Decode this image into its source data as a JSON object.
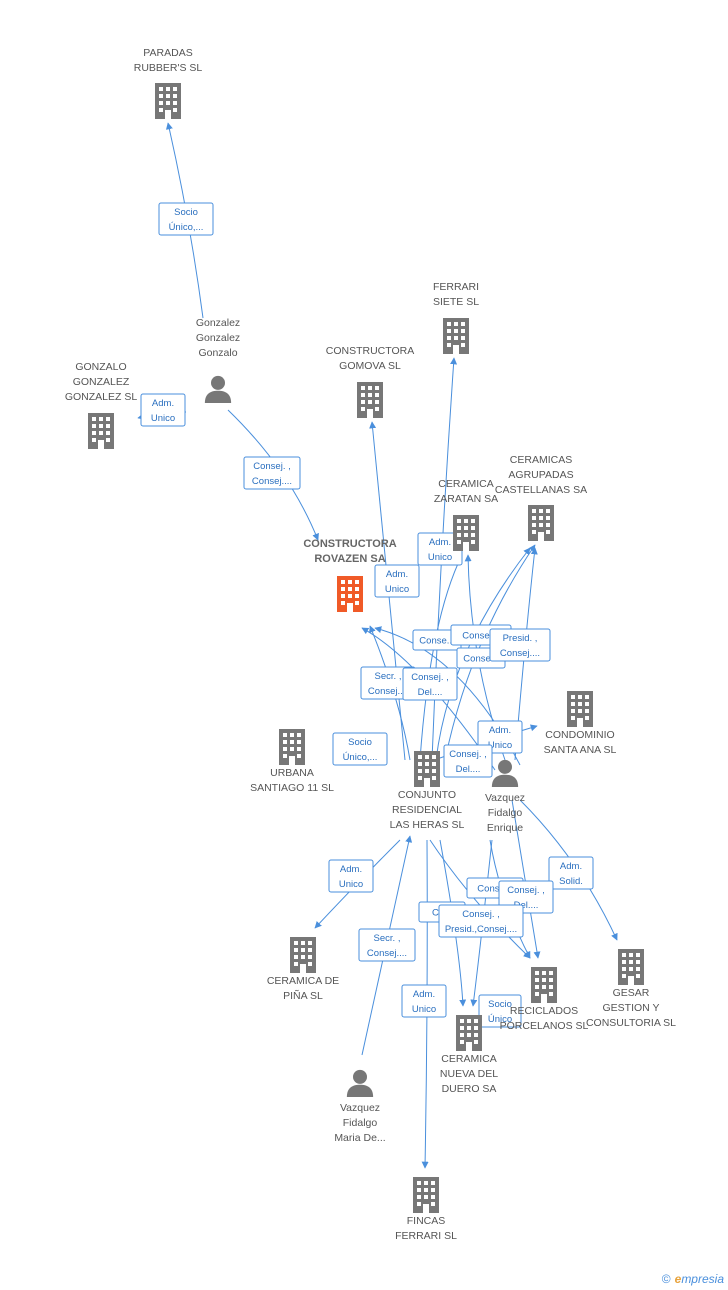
{
  "colors": {
    "edge": "#4a8fdc",
    "building": "#777777",
    "main": "#f05a28",
    "person": "#777777"
  },
  "nodes": [
    {
      "id": "paradas",
      "type": "company",
      "lines": [
        "PARADAS",
        "RUBBER'S SL"
      ]
    },
    {
      "id": "gonzalez_person",
      "type": "person",
      "lines": [
        "Gonzalez",
        "Gonzalez",
        "Gonzalo"
      ]
    },
    {
      "id": "gonzalo_sl",
      "type": "company",
      "lines": [
        "GONZALO",
        "GONZALEZ",
        "GONZALEZ SL"
      ]
    },
    {
      "id": "ferrari_siete",
      "type": "company",
      "lines": [
        "FERRARI",
        "SIETE SL"
      ]
    },
    {
      "id": "gomova",
      "type": "company",
      "lines": [
        "CONSTRUCTORA",
        "GOMOVA SL"
      ]
    },
    {
      "id": "ceramica_zaratan",
      "type": "company",
      "lines": [
        "CERAMICA",
        "ZARATAN SA"
      ]
    },
    {
      "id": "ceramicas_agrupadas",
      "type": "company",
      "lines": [
        "CERAMICAS",
        "AGRUPADAS",
        "CASTELLANAS SA"
      ]
    },
    {
      "id": "rovazen",
      "type": "main",
      "lines": [
        "CONSTRUCTORA",
        "ROVAZEN SA"
      ]
    },
    {
      "id": "condominio",
      "type": "company",
      "lines": [
        "CONDOMINIO",
        "SANTA ANA  SL"
      ]
    },
    {
      "id": "urbana",
      "type": "company",
      "lines": [
        "URBANA",
        "SANTIAGO 11 SL"
      ]
    },
    {
      "id": "conjunto",
      "type": "company",
      "lines": [
        "CONJUNTO",
        "RESIDENCIAL",
        "LAS HERAS SL"
      ]
    },
    {
      "id": "vazquez_enrique",
      "type": "person",
      "lines": [
        "Vazquez",
        "Fidalgo",
        "Enrique"
      ]
    },
    {
      "id": "ceramica_pina",
      "type": "company",
      "lines": [
        "CERAMICA DE",
        "PIÑA SL"
      ]
    },
    {
      "id": "reciclados",
      "type": "company",
      "lines": [
        "RECICLADOS",
        "PORCELANOS SL"
      ]
    },
    {
      "id": "gesar",
      "type": "company",
      "lines": [
        "GESAR",
        "GESTION Y",
        "CONSULTORIA SL"
      ]
    },
    {
      "id": "ceramica_nueva",
      "type": "company",
      "lines": [
        "CERAMICA",
        "NUEVA DEL",
        "DUERO SA"
      ]
    },
    {
      "id": "vazquez_maria",
      "type": "person",
      "lines": [
        "Vazquez",
        "Fidalgo",
        "Maria De..."
      ]
    },
    {
      "id": "fincas",
      "type": "company",
      "lines": [
        "FINCAS",
        "FERRARI SL"
      ]
    }
  ],
  "edge_labels": [
    [
      "Socio",
      "Único,..."
    ],
    [
      "Adm.",
      "Unico"
    ],
    [
      "Consej. ,",
      "Consej...."
    ],
    [
      "Adm.",
      "Unico"
    ],
    [
      "Adm.",
      "Unico"
    ],
    [
      "Conse..."
    ],
    [
      "Consej. ,"
    ],
    [
      "Conse..."
    ],
    [
      "Presid. ,",
      "Consej...."
    ],
    [
      "Secr. ,",
      "Consej...."
    ],
    [
      "Consej. ,",
      "Del...."
    ],
    [
      "Socio",
      "Único,..."
    ],
    [
      "Adm.",
      "Unico"
    ],
    [
      "Consej. ,",
      "Del...."
    ],
    [
      "Adm.",
      "Unico"
    ],
    [
      "Adm.",
      "Solid."
    ],
    [
      "Conse..."
    ],
    [
      "Consej. ,",
      "Del...."
    ],
    [
      "Co..."
    ],
    [
      "Consej. ,",
      "Presid.,Consej...."
    ],
    [
      "Secr. ,",
      "Consej...."
    ],
    [
      "Adm.",
      "Unico"
    ],
    [
      "Socio",
      "Único"
    ]
  ],
  "footer": {
    "copyright": "©",
    "brand_initial": "e",
    "brand_rest": "mpresia"
  }
}
